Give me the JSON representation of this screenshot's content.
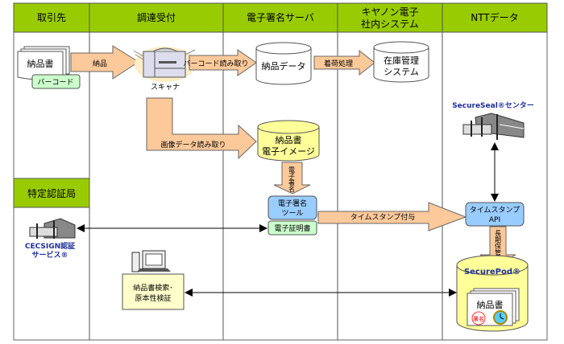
{
  "headers": [
    "取引先",
    "調達受付",
    "電子署名サーバ",
    "キヤノン電子",
    "社内システム",
    "NTTデータ"
  ],
  "cert_authority_header": "特定認証局",
  "nodes": {
    "delivery_doc": "納品書",
    "barcode": "バーコード",
    "scanner": "スキャナ",
    "delivery_data": "納品データ",
    "inventory_1": "在庫管理",
    "inventory_2": "システム",
    "image_db_1": "納品書",
    "image_db_2": "電子イメージ",
    "sign_tool_1": "電子署名",
    "sign_tool_2": "ツール",
    "certificate": "電子証明書",
    "secureseal": "SecureSeal®センター",
    "timestamp_api_1": "タイムスタンプ",
    "timestamp_api_2": "API",
    "securepod": "SecurePod®",
    "pod_doc": "納品書",
    "pod_seal": "署名",
    "cecsign_1": "CECSIGN認証",
    "cecsign_2": "サービス®",
    "search_1": "納品書検索･",
    "search_2": "原本性検証"
  },
  "arrows": {
    "delivery": "納品",
    "barcode_read": "バーコード読み取り",
    "arrival": "着荷処理",
    "image_read": "画像データ読み取り",
    "esign": "電子署名",
    "timestamp": "タイムスタンプ付与",
    "archive": "長期保管"
  },
  "colors": {
    "header": "#99cc00",
    "arrow": "#fcc99a",
    "yellow": "#ffff99",
    "blue": "#99ccff",
    "green": "#ccffcc"
  }
}
